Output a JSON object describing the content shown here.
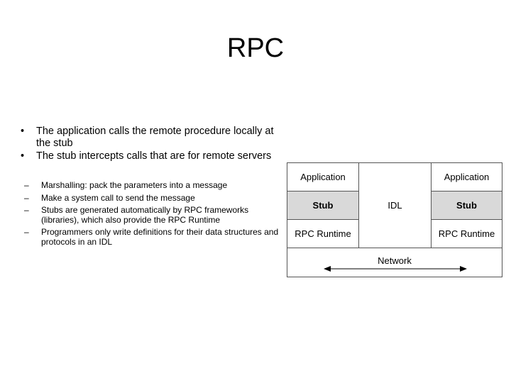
{
  "slide": {
    "title": "RPC",
    "bullets": [
      "The application calls the remote procedure locally at the stub",
      "The stub intercepts calls that are for remote servers"
    ],
    "sub_bullets": [
      "Marshalling: pack the parameters into a message",
      "Make a system call to send the message",
      "Stubs are generated automatically by RPC frameworks (libraries), which also provide the RPC Runtime",
      "Programmers only write definitions for their data structures and protocols in an IDL"
    ]
  },
  "diagram": {
    "left": [
      "Application",
      "Stub",
      "RPC Runtime"
    ],
    "center": "IDL",
    "right": [
      "Application",
      "Stub",
      "RPC Runtime"
    ],
    "bottom": "Network",
    "colors": {
      "stub_fill": "#d9d9d9",
      "border": "#555555"
    }
  }
}
